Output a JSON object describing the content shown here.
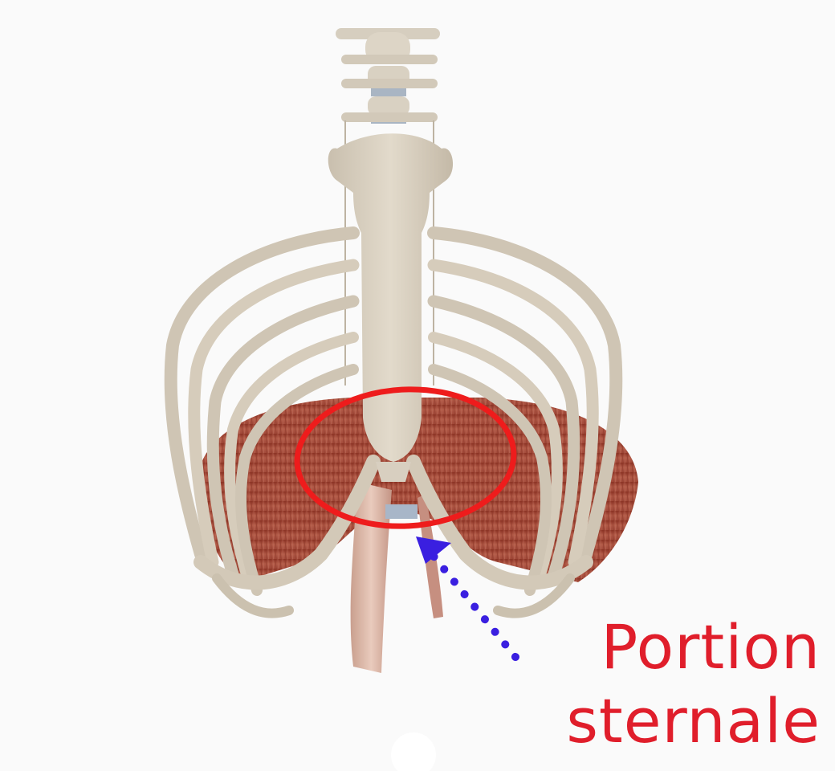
{
  "annotation": {
    "label_line1": "Portion",
    "label_line2": "sternale",
    "label_color": "#e01e2b",
    "circle_color": "#ee1c1c",
    "arrow_color": "#3a1fe0"
  },
  "illustration": {
    "subject": "rib-cage-with-diaphragm",
    "bone_color": "#d8cfc0",
    "muscle_color": "#a84a3a",
    "background_color": "#fafafa"
  }
}
